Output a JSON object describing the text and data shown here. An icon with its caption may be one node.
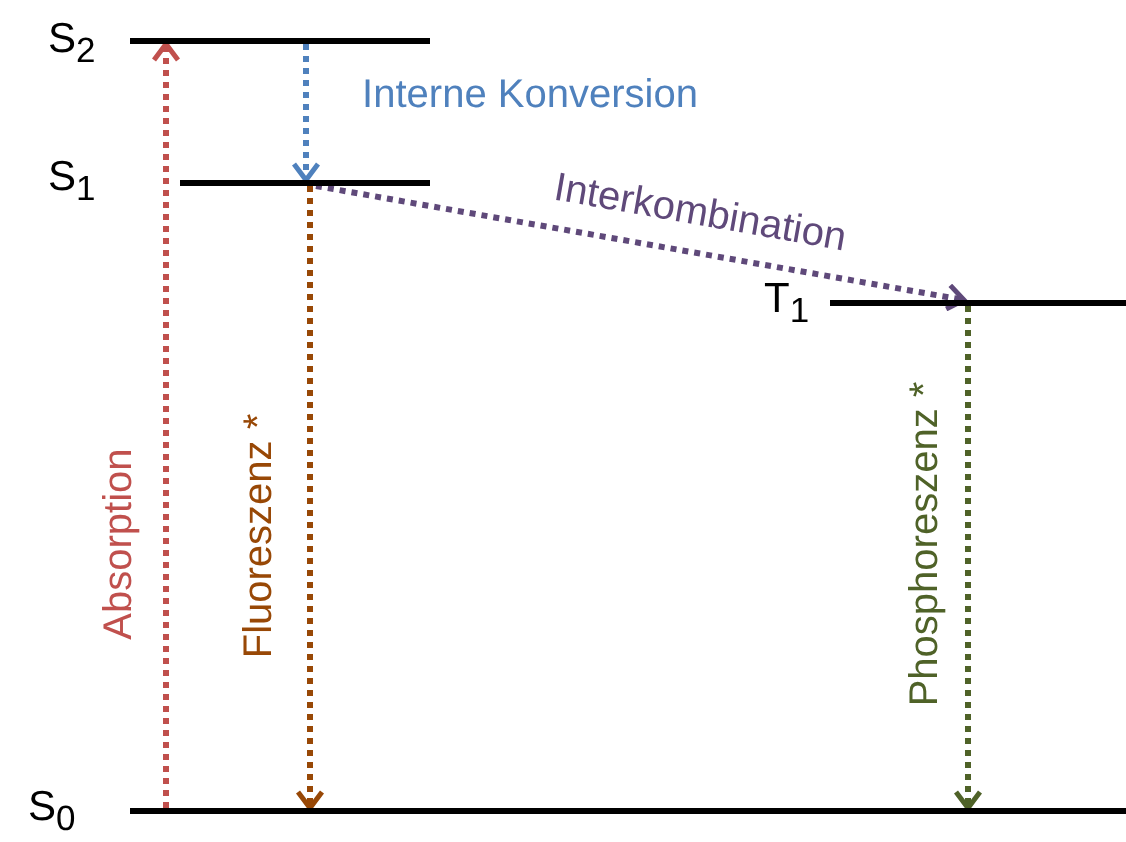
{
  "diagram": {
    "nodes": [
      {
        "text": [],
        "shape": "bar",
        "beside": [
          "S$_{2}$"
        ]
      },
      {
        "text": [],
        "shape": "bar",
        "beside": [
          "S$_{1}$"
        ]
      },
      {
        "text": [],
        "shape": "bar",
        "beside": [
          "T$_{1}$"
        ]
      },
      {
        "text": [],
        "shape": "bar",
        "beside": [
          "S$_{0}$"
        ]
      }
    ],
    "edges": [
      {
        "from": 3,
        "to": 0,
        "arrow": "to",
        "label": "Absorption",
        "style": "dashed",
        "color": "#c0504d"
      },
      {
        "from": 0,
        "to": 1,
        "arrow": "to",
        "label": "Interne Konversion",
        "style": "dashed",
        "color": "#4f81bd"
      },
      {
        "from": 1,
        "to": 2,
        "arrow": "to",
        "label": "Interkombination",
        "style": "dashed",
        "color": "#5f497a"
      },
      {
        "from": 1,
        "to": 3,
        "arrow": "to",
        "label": "Fluoreszenz *",
        "style": "dashed",
        "color": "#984806"
      },
      {
        "from": 2,
        "to": 3,
        "arrow": "to",
        "label": "Phosphoreszenz *",
        "style": "dashed",
        "color": "#4f6228"
      }
    ]
  }
}
